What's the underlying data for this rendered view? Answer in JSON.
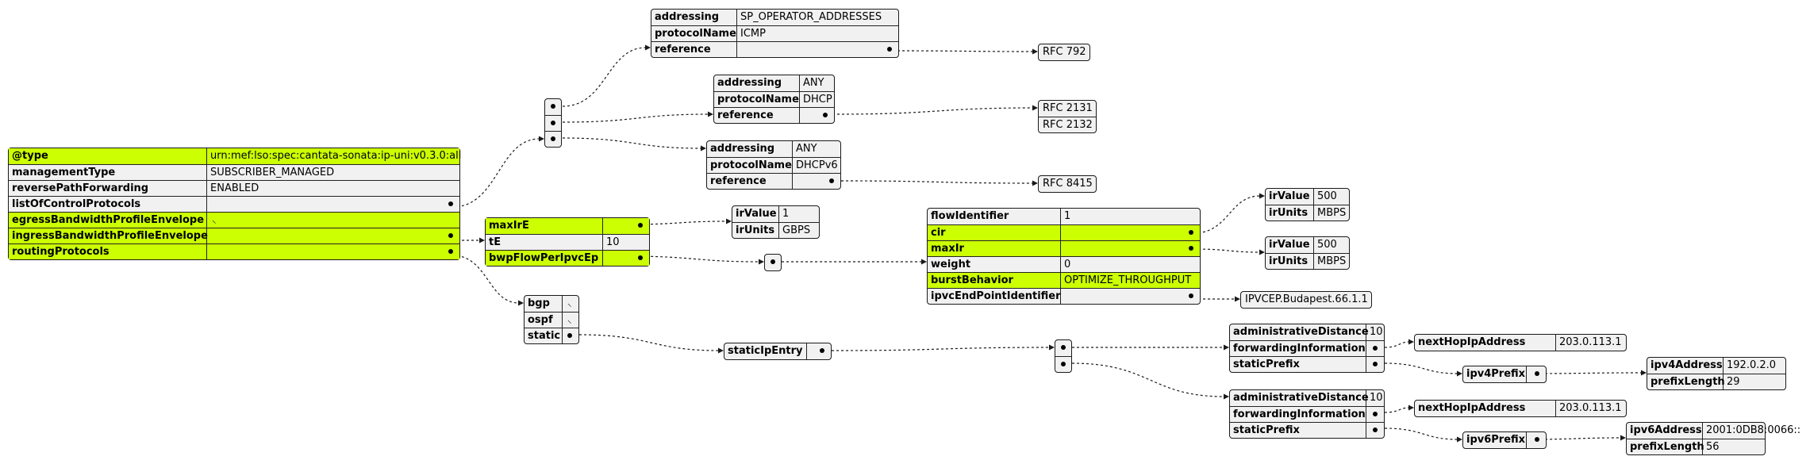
{
  "root": {
    "rows": [
      {
        "key": "@type",
        "value": "urn:mef:lso:spec:cantata-sonata:ip-uni:v0.3.0:all",
        "highlight": true
      },
      {
        "key": "managementType",
        "value": "SUBSCRIBER_MANAGED",
        "highlight": false
      },
      {
        "key": "reversePathForwarding",
        "value": "ENABLED",
        "highlight": false
      },
      {
        "key": "listOfControlProtocols",
        "value": "",
        "highlight": false,
        "link": true
      },
      {
        "key": "egressBandwidthProfileEnvelope",
        "value": "",
        "highlight": true,
        "empty": true
      },
      {
        "key": "ingressBandwidthProfileEnvelope",
        "value": "",
        "highlight": true,
        "link": true
      },
      {
        "key": "routingProtocols",
        "value": "",
        "highlight": true,
        "link": true
      }
    ]
  },
  "empty_symbol": "⸜",
  "protocols": [
    {
      "rows": [
        {
          "key": "addressing",
          "value": "SP_OPERATOR_ADDRESSES"
        },
        {
          "key": "protocolName",
          "value": "ICMP"
        },
        {
          "key": "reference",
          "value": "",
          "link": true
        }
      ],
      "refs": [
        "RFC 792"
      ]
    },
    {
      "rows": [
        {
          "key": "addressing",
          "value": "ANY"
        },
        {
          "key": "protocolName",
          "value": "DHCP"
        },
        {
          "key": "reference",
          "value": "",
          "link": true
        }
      ],
      "refs": [
        "RFC 2131",
        "RFC 2132"
      ]
    },
    {
      "rows": [
        {
          "key": "addressing",
          "value": "ANY"
        },
        {
          "key": "protocolName",
          "value": "DHCPv6"
        },
        {
          "key": "reference",
          "value": "",
          "link": true
        }
      ],
      "refs": [
        "RFC 8415"
      ]
    }
  ],
  "ingress": {
    "rows": [
      {
        "key": "maxIrE",
        "value": "",
        "highlight": true,
        "link": true
      },
      {
        "key": "tE",
        "value": "10",
        "highlight": false
      },
      {
        "key": "bwpFlowPerIpvcEp",
        "value": "",
        "highlight": true,
        "link": true
      }
    ]
  },
  "maxIrE_value": {
    "rows": [
      {
        "key": "irValue",
        "value": "1"
      },
      {
        "key": "irUnits",
        "value": "GBPS"
      }
    ]
  },
  "flow": {
    "rows": [
      {
        "key": "flowIdentifier",
        "value": "1",
        "highlight": false
      },
      {
        "key": "cir",
        "value": "",
        "highlight": true,
        "link": true
      },
      {
        "key": "maxIr",
        "value": "",
        "highlight": true,
        "link": true
      },
      {
        "key": "weight",
        "value": "0",
        "highlight": false
      },
      {
        "key": "burstBehavior",
        "value": "OPTIMIZE_THROUGHPUT",
        "highlight": true
      },
      {
        "key": "ipvcEndPointIdentifier",
        "value": "",
        "highlight": false,
        "link": true
      }
    ]
  },
  "cir_value": {
    "rows": [
      {
        "key": "irValue",
        "value": "500"
      },
      {
        "key": "irUnits",
        "value": "MBPS"
      }
    ]
  },
  "maxIr_value": {
    "rows": [
      {
        "key": "irValue",
        "value": "500"
      },
      {
        "key": "irUnits",
        "value": "MBPS"
      }
    ]
  },
  "ipvc_ref": "IPVCEP.Budapest.66.1.1",
  "routing": {
    "rows": [
      {
        "key": "bgp",
        "value": "",
        "empty": true
      },
      {
        "key": "ospf",
        "value": "",
        "empty": true
      },
      {
        "key": "static",
        "value": "",
        "link": true
      }
    ]
  },
  "static": {
    "rows": [
      {
        "key": "staticIpEntry",
        "value": "",
        "link": true
      }
    ]
  },
  "entries": [
    {
      "rows": [
        {
          "key": "administrativeDistance",
          "value": "10"
        },
        {
          "key": "forwardingInformation",
          "value": "",
          "link": true
        },
        {
          "key": "staticPrefix",
          "value": "",
          "link": true
        }
      ],
      "nextHop": {
        "key": "nextHopIpAddress",
        "value": "203.0.113.1"
      },
      "prefix": {
        "key": "ipv4Prefix"
      },
      "prefixDetail": {
        "rows": [
          {
            "key": "ipv4Address",
            "value": "192.0.2.0"
          },
          {
            "key": "prefixLength",
            "value": "29"
          }
        ]
      }
    },
    {
      "rows": [
        {
          "key": "administrativeDistance",
          "value": "10"
        },
        {
          "key": "forwardingInformation",
          "value": "",
          "link": true
        },
        {
          "key": "staticPrefix",
          "value": "",
          "link": true
        }
      ],
      "nextHop": {
        "key": "nextHopIpAddress",
        "value": "203.0.113.1"
      },
      "prefix": {
        "key": "ipv6Prefix"
      },
      "prefixDetail": {
        "rows": [
          {
            "key": "ipv6Address",
            "value": "2001:0DB8:0066::"
          },
          {
            "key": "prefixLength",
            "value": "56"
          }
        ]
      }
    }
  ]
}
